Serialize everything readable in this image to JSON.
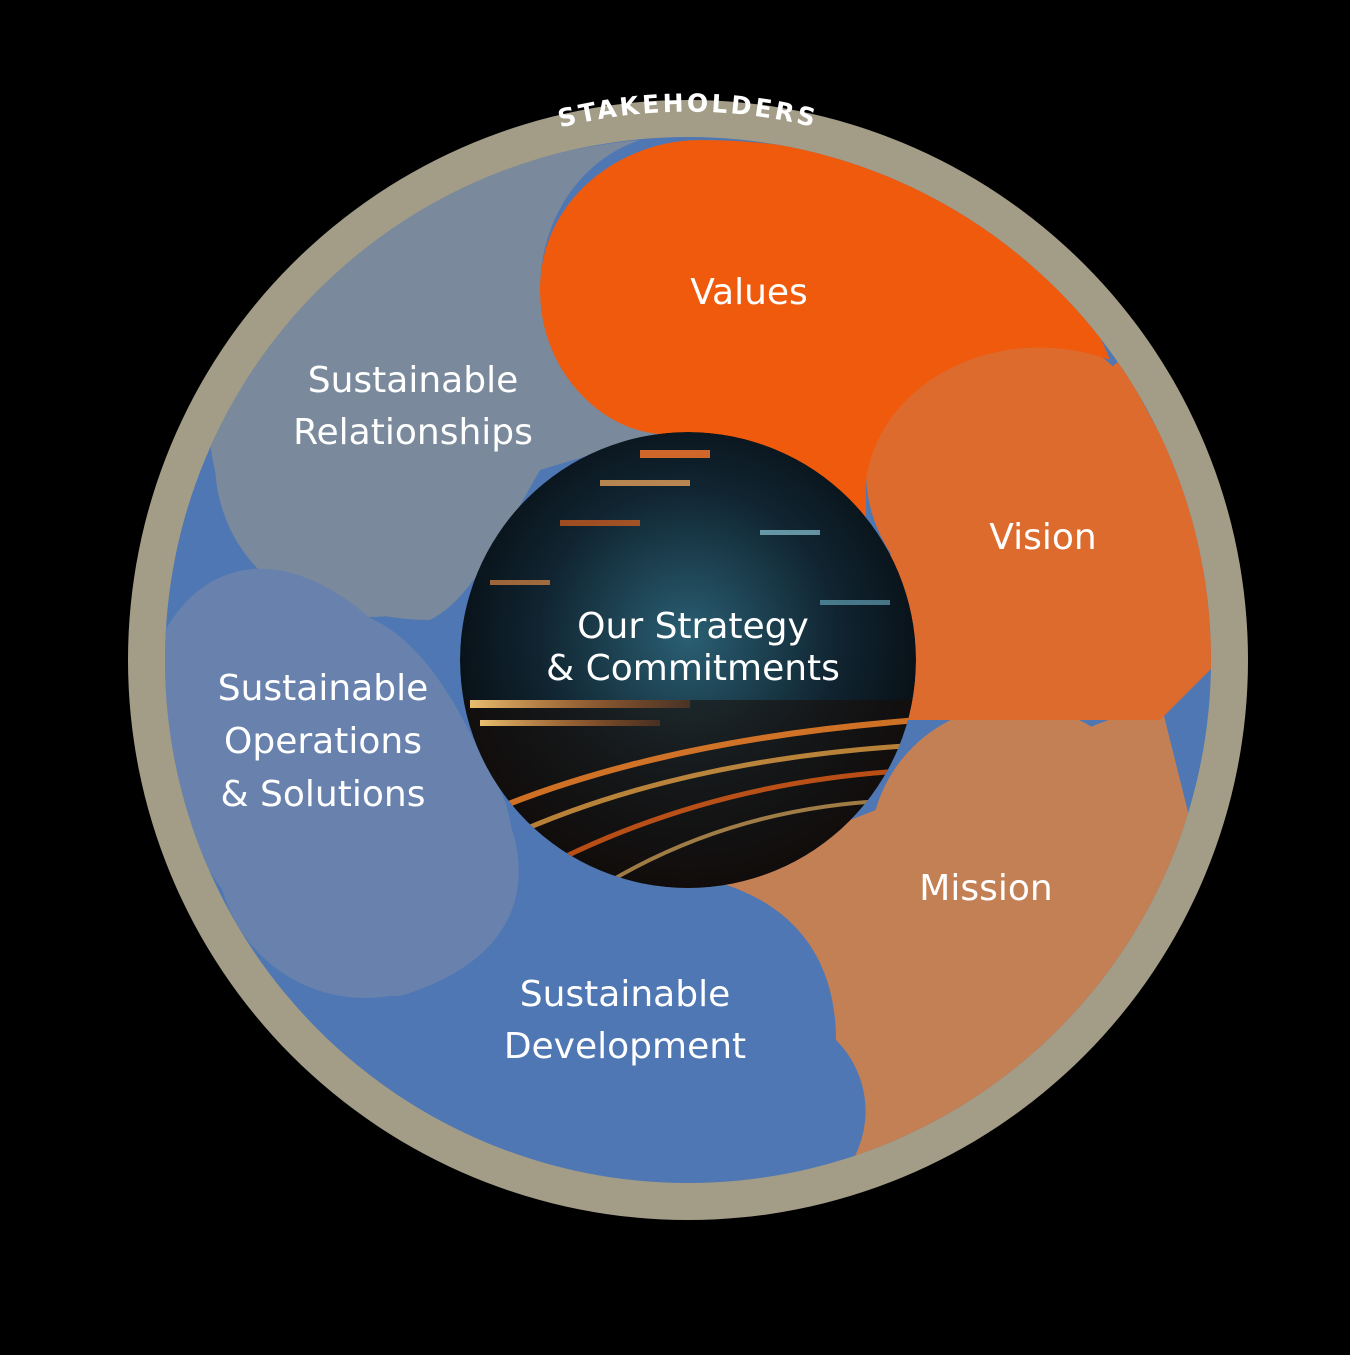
{
  "diagram": {
    "ring": {
      "label": "STAKEHOLDERS",
      "color": "#a39c87"
    },
    "center": {
      "line1": "Our Strategy",
      "line2": "& Commitments"
    },
    "segments": {
      "values": {
        "label": "Values",
        "color": "#f05a0c"
      },
      "vision": {
        "label": "Vision",
        "color": "#dd6b2d"
      },
      "mission": {
        "label": "Mission",
        "color": "#c48055"
      },
      "relationships": {
        "line1": "Sustainable",
        "line2": "Relationships",
        "color": "#7a8a9c"
      },
      "operations": {
        "line1": "Sustainable",
        "line2": "Operations",
        "line3": "& Solutions",
        "color": "#6882ad"
      },
      "development": {
        "line1": "Sustainable",
        "line2": "Development",
        "color": "#4f77b3"
      }
    }
  }
}
